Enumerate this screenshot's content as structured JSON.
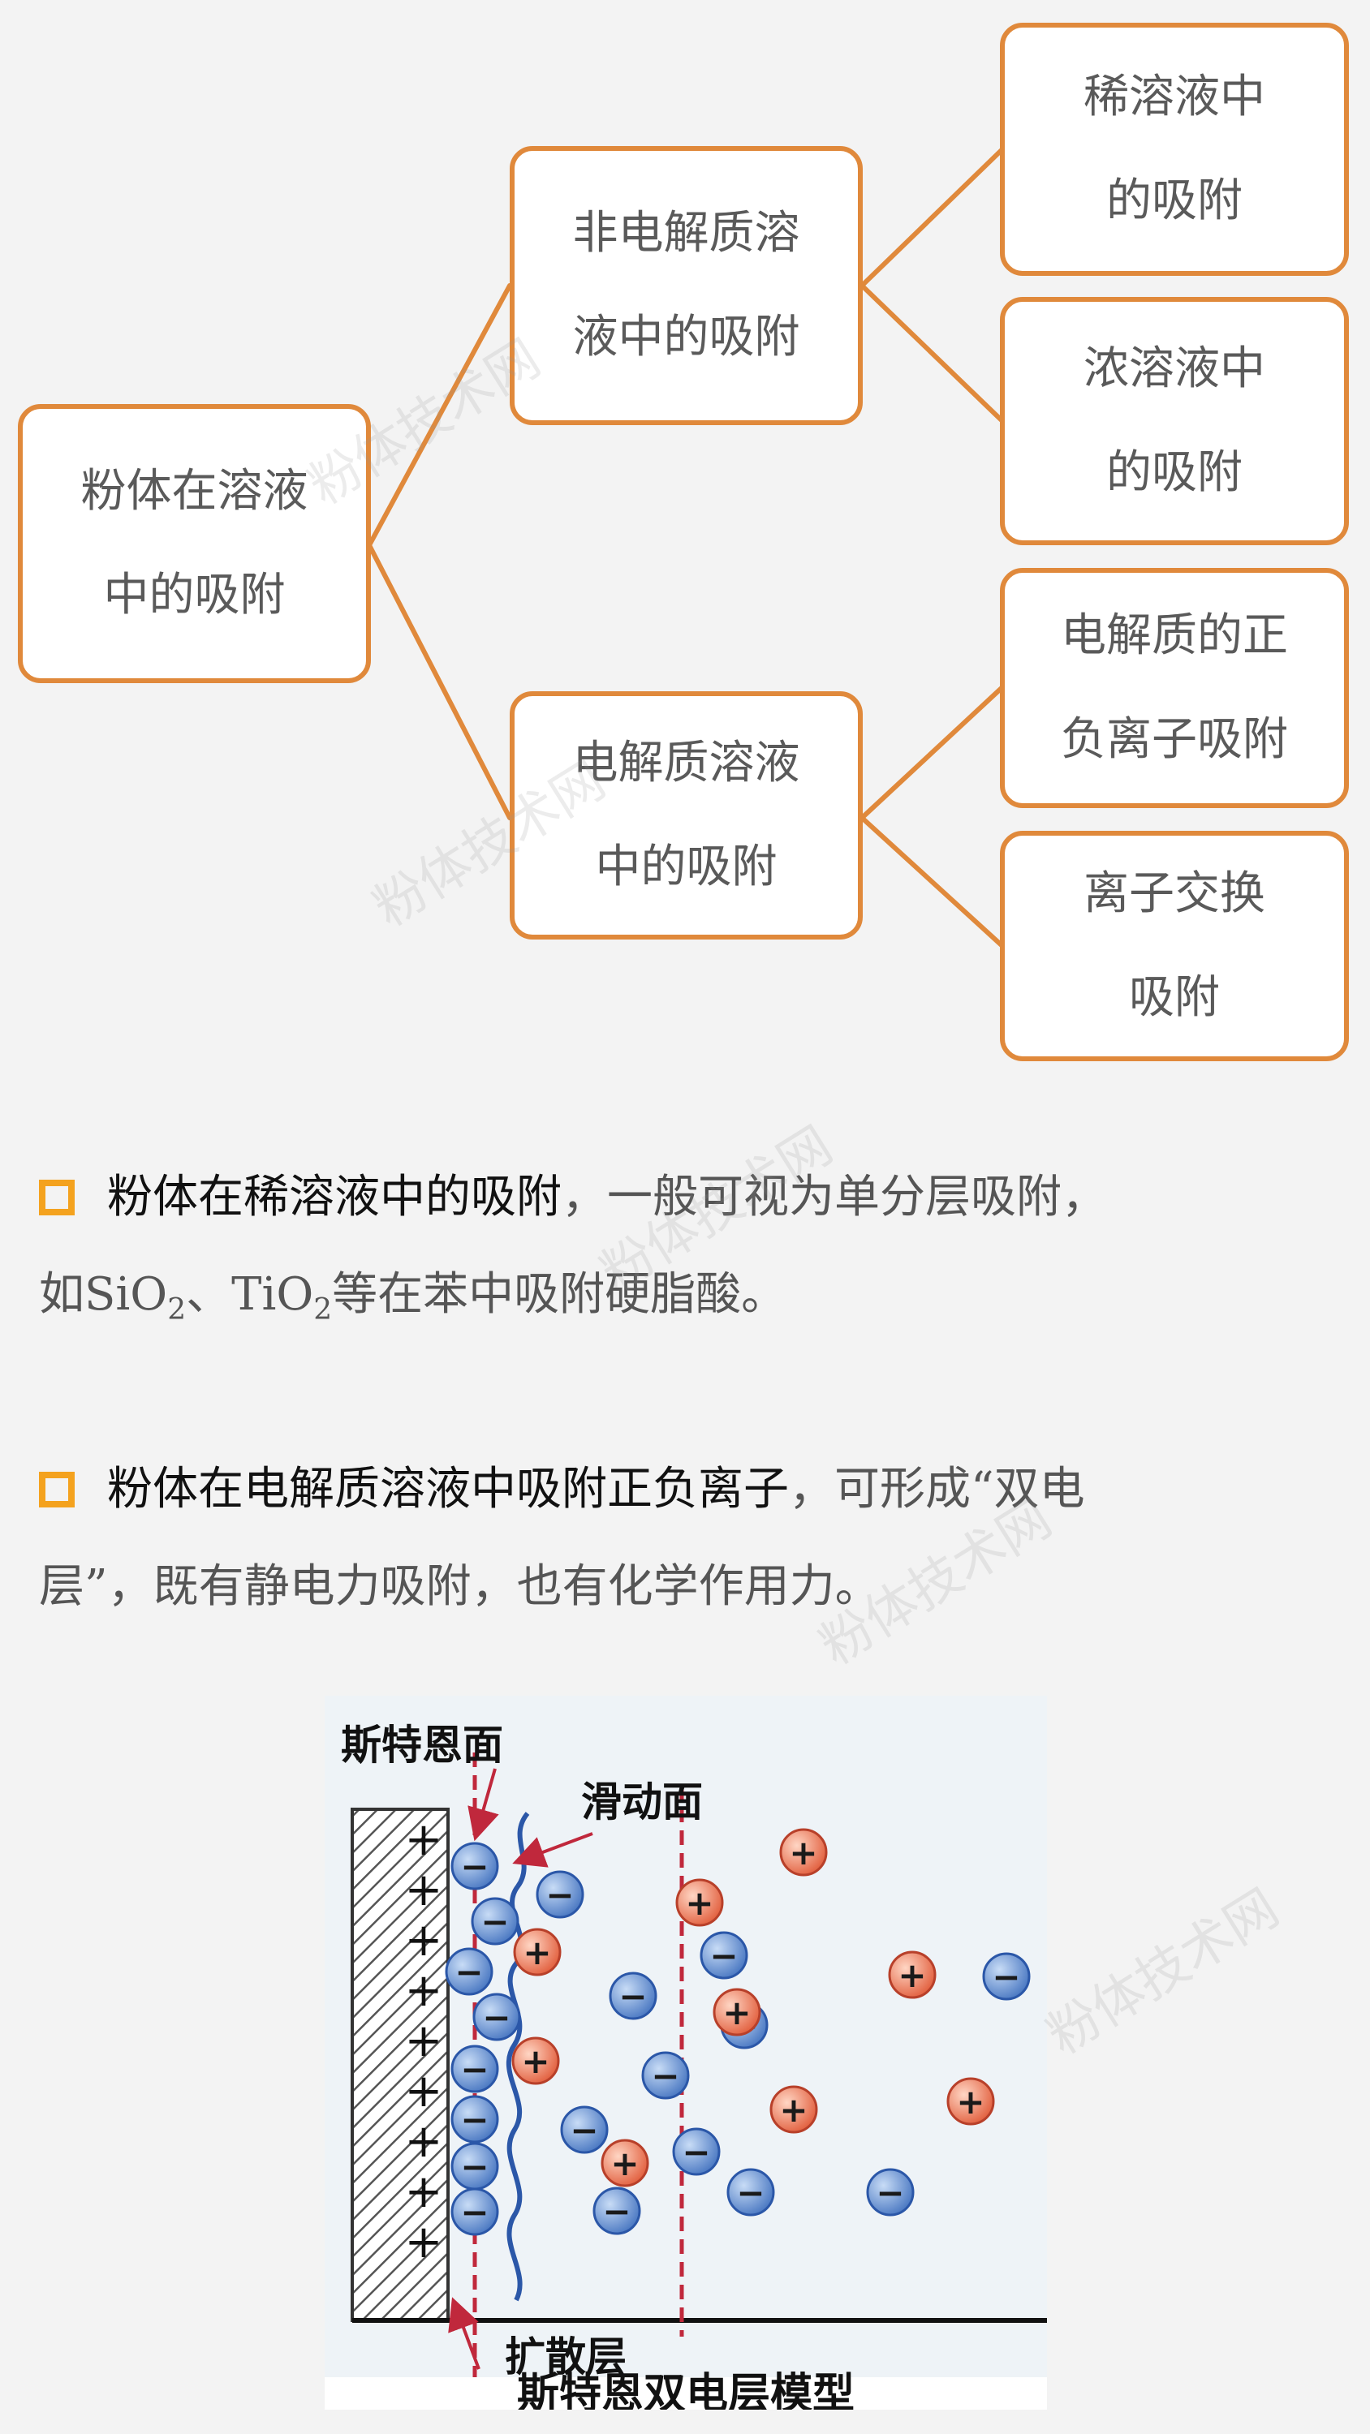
{
  "tree": {
    "root": [
      "粉体在溶液",
      "中的吸附"
    ],
    "branch1": [
      "非电解质溶",
      "液中的吸附"
    ],
    "branch2": [
      "电解质溶液",
      "中的吸附"
    ],
    "leaf1": [
      "稀溶液中",
      "的吸附"
    ],
    "leaf2": [
      "浓溶液中",
      "的吸附"
    ],
    "leaf3": [
      "电解质的正",
      "负离子吸附"
    ],
    "leaf4": [
      "离子交换",
      "吸附"
    ]
  },
  "paragraphs": {
    "p1": {
      "highlight": "粉体在稀溶液中的吸附",
      "rest1": "，一般可视为单分层吸附，",
      "rest2a": "如SiO",
      "sub1": "2",
      "rest2b": "、TiO",
      "sub2": "2",
      "rest2c": "等在苯中吸附硬脂酸。"
    },
    "p2": {
      "highlight": "粉体在电解质溶液中吸附正负离子",
      "rest1": "，可形成“双电",
      "rest2": "层”，既有静电力吸附，也有化学作用力。"
    }
  },
  "figure": {
    "label_stern_plane": "斯特恩面",
    "label_slip_plane": "滑动面",
    "label_diffuse_layer": "扩散层",
    "caption": "斯特恩双电层模型",
    "plus_sign": "+",
    "minus_sign": "−"
  },
  "watermark": "粉体技术网",
  "colors": {
    "node_border": "#e0893b",
    "bullet": "#f4a21e",
    "dashed_line": "#c0283c",
    "cation": "#e2603f",
    "anion": "#4a78c2"
  }
}
